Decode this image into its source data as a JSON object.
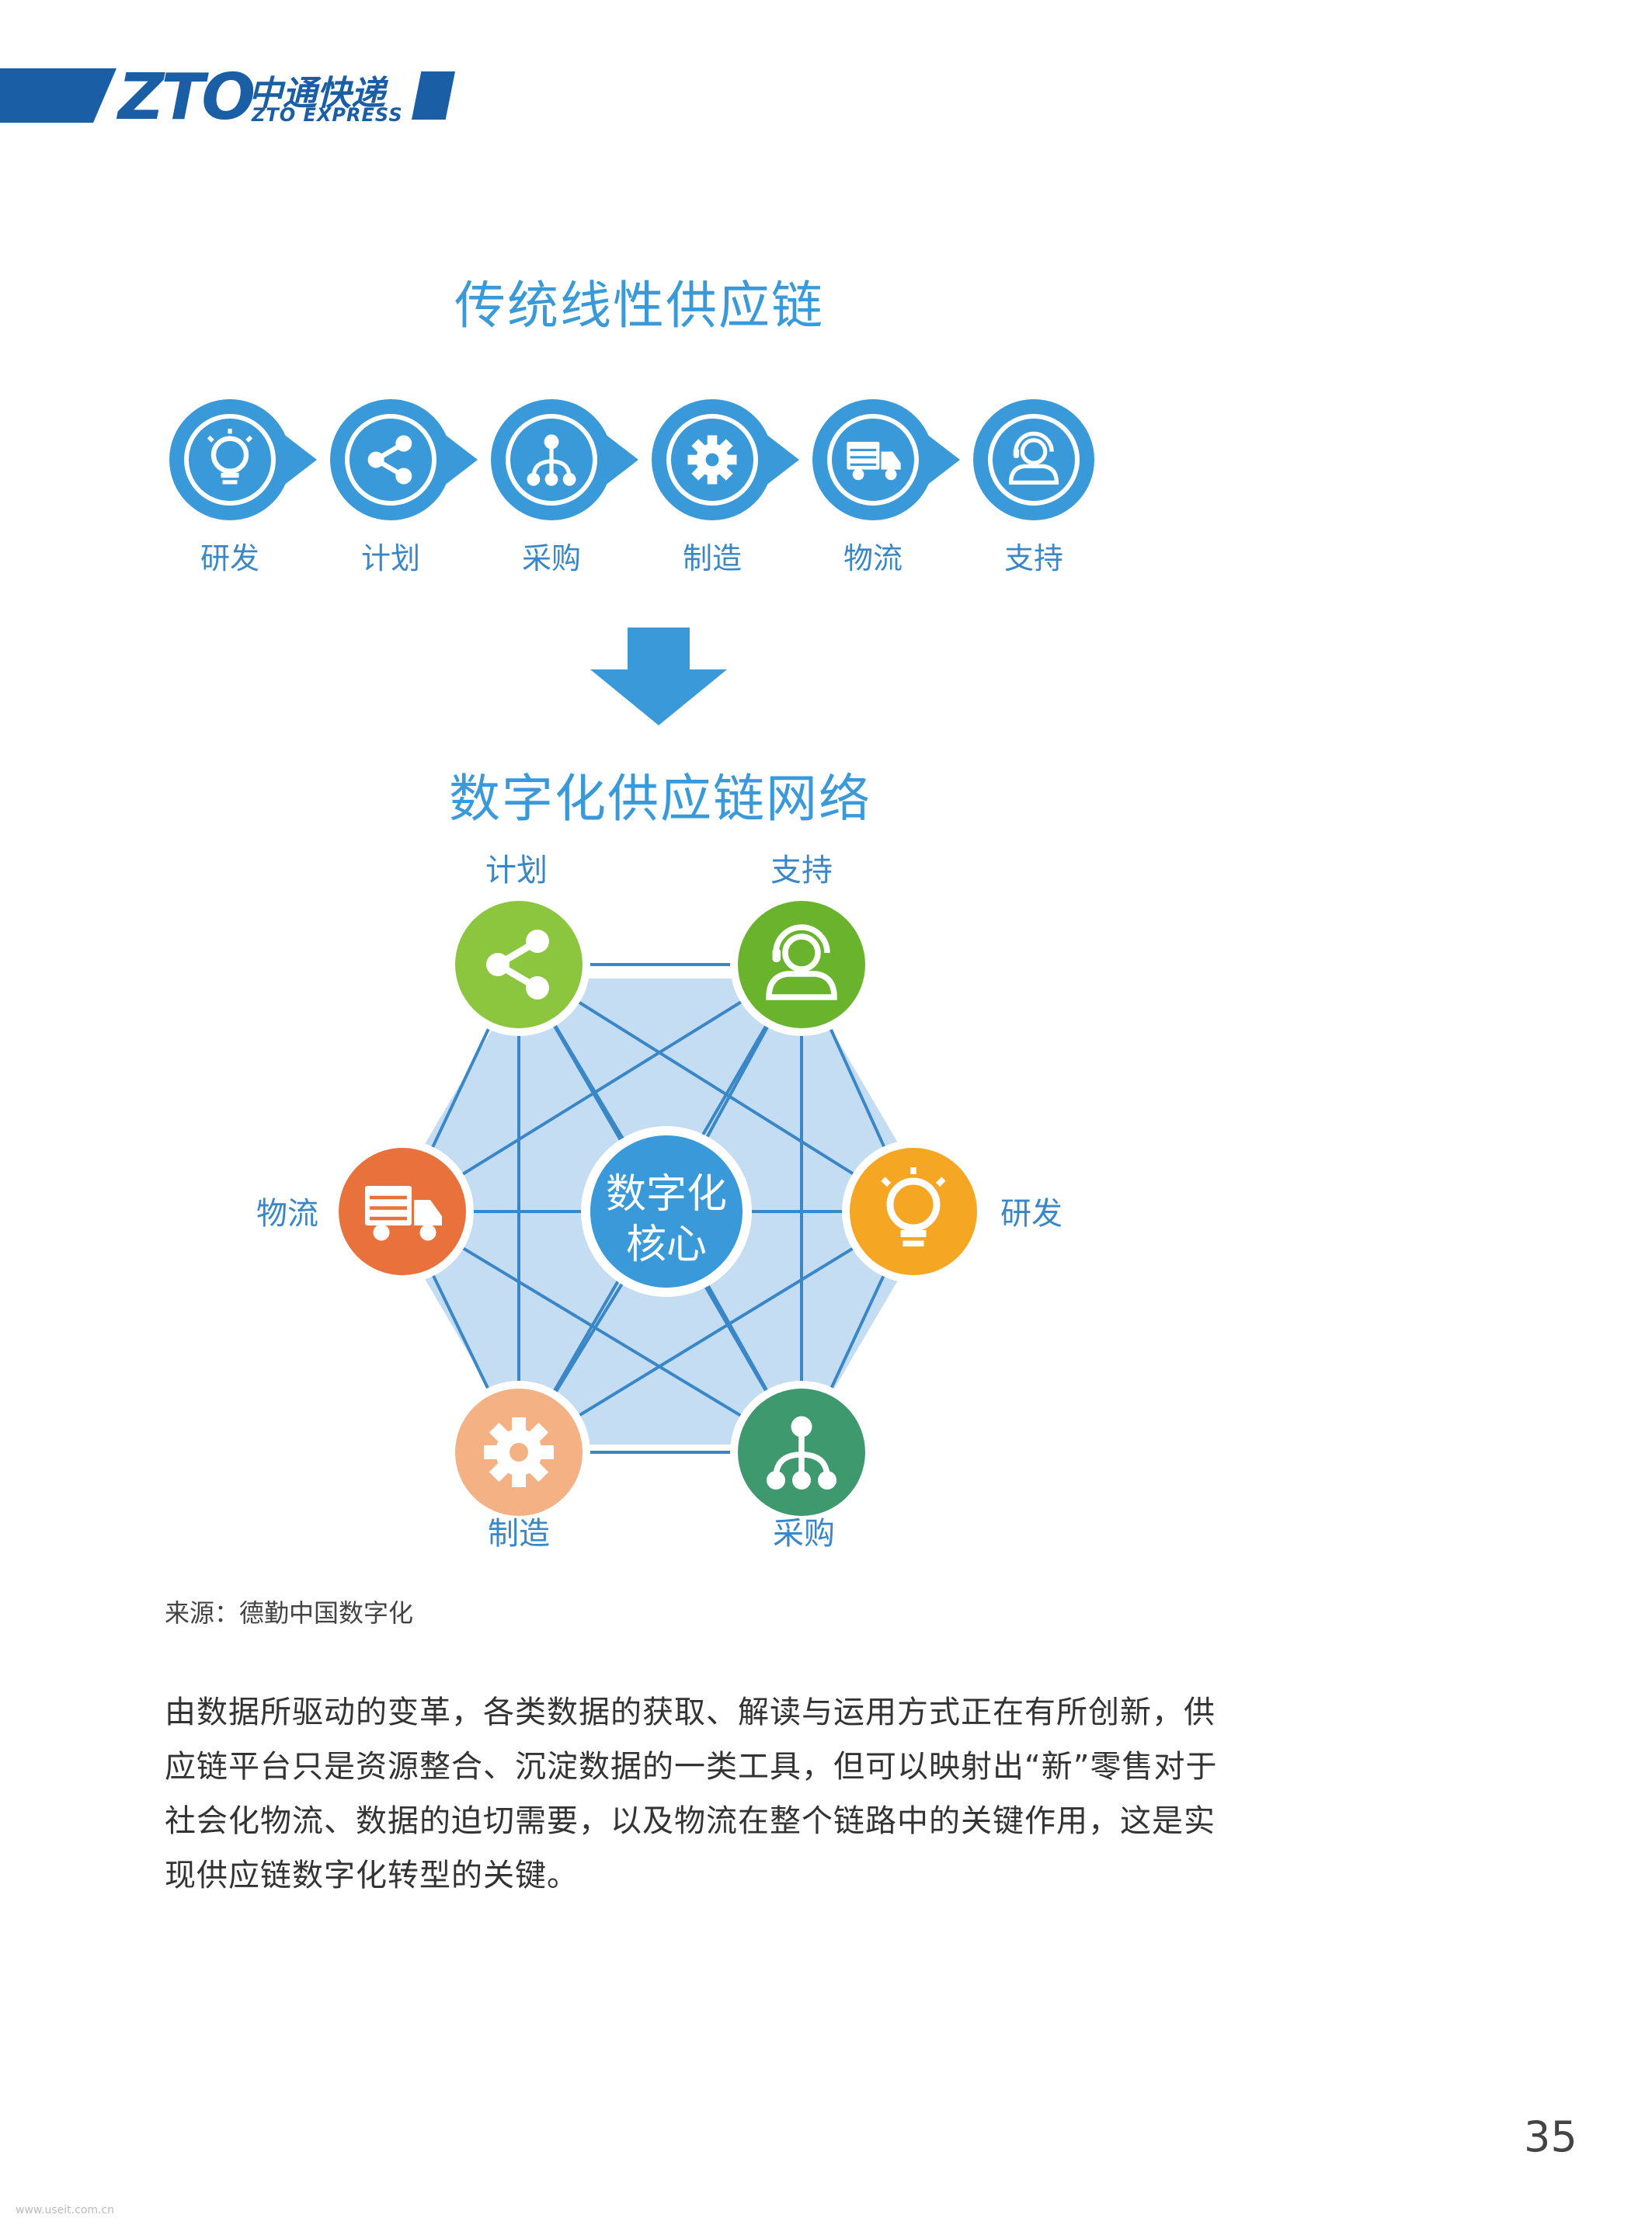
{
  "logo": {
    "mark": "ZTO",
    "name_cn": "中通快递",
    "name_en": "ZTO EXPRESS"
  },
  "linear": {
    "title": "传统线性供应链",
    "steps": [
      {
        "label": "研发",
        "icon": "lightbulb-icon"
      },
      {
        "label": "计划",
        "icon": "share-icon"
      },
      {
        "label": "采购",
        "icon": "hierarchy-icon"
      },
      {
        "label": "制造",
        "icon": "gear-icon"
      },
      {
        "label": "物流",
        "icon": "truck-icon"
      },
      {
        "label": "支持",
        "icon": "headset-icon"
      }
    ]
  },
  "network": {
    "title": "数字化供应链网络",
    "core_line1": "数字化",
    "core_line2": "核心",
    "nodes": [
      {
        "label": "计划",
        "icon": "share-icon",
        "color": "#8cc63f"
      },
      {
        "label": "支持",
        "icon": "headset-icon",
        "color": "#6ab42d"
      },
      {
        "label": "研发",
        "icon": "lightbulb-icon",
        "color": "#f5a623"
      },
      {
        "label": "采购",
        "icon": "hierarchy-icon",
        "color": "#3e9a6e"
      },
      {
        "label": "制造",
        "icon": "gear-icon",
        "color": "#f4b183"
      },
      {
        "label": "物流",
        "icon": "truck-icon",
        "color": "#e8713c"
      }
    ]
  },
  "colors": {
    "brand": "#1a5ea6",
    "accent": "#3a9ad9",
    "hexagon": "#c5ddf3",
    "links": "#3a87c8"
  },
  "source": "来源：德勤中国数字化",
  "paragraph": "由数据所驱动的变革，各类数据的获取、解读与运用方式正在有所创新，供应链平台只是资源整合、沉淀数据的一类工具，但可以映射出“新”零售对于社会化物流、数据的迫切需要，以及物流在整个链路中的关键作用，这是实现供应链数字化转型的关键。",
  "page_number": "35",
  "watermark": "www.useit.com.cn"
}
